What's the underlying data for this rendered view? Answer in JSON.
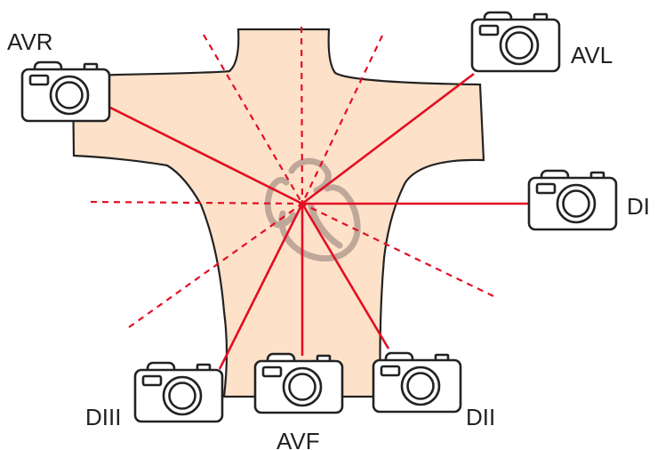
{
  "colors": {
    "torso_fill": "#fde1c8",
    "torso_outline": "#222222",
    "axis_line": "#e30f23",
    "heart": "#bfa79a",
    "camera_fill": "#ffffff",
    "camera_stroke": "#222222"
  },
  "icons": {
    "camera": "camera-icon",
    "heart": "heart-icon"
  },
  "leads": {
    "avr": {
      "label": "AVR"
    },
    "avl": {
      "label": "AVL"
    },
    "di": {
      "label": "DI"
    },
    "dii": {
      "label": "DII"
    },
    "diii": {
      "label": "DIII"
    },
    "avf": {
      "label": "AVF"
    }
  }
}
